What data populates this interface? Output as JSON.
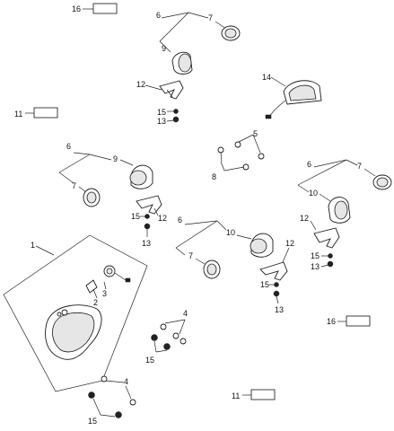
{
  "callouts": {
    "c1": "1",
    "c2": "2",
    "c3": "3",
    "c4": "4",
    "c5": "5",
    "c6": "6",
    "c7": "7",
    "c8": "8",
    "c9": "9",
    "c10": "10",
    "c11": "11",
    "c12": "12",
    "c13": "13",
    "c14": "14",
    "c15": "15",
    "c16": "16"
  },
  "colors": {
    "line": "#222222",
    "part_fill": "#ffffff",
    "part_shade": "#e6e6e6",
    "dark": "#222222"
  }
}
